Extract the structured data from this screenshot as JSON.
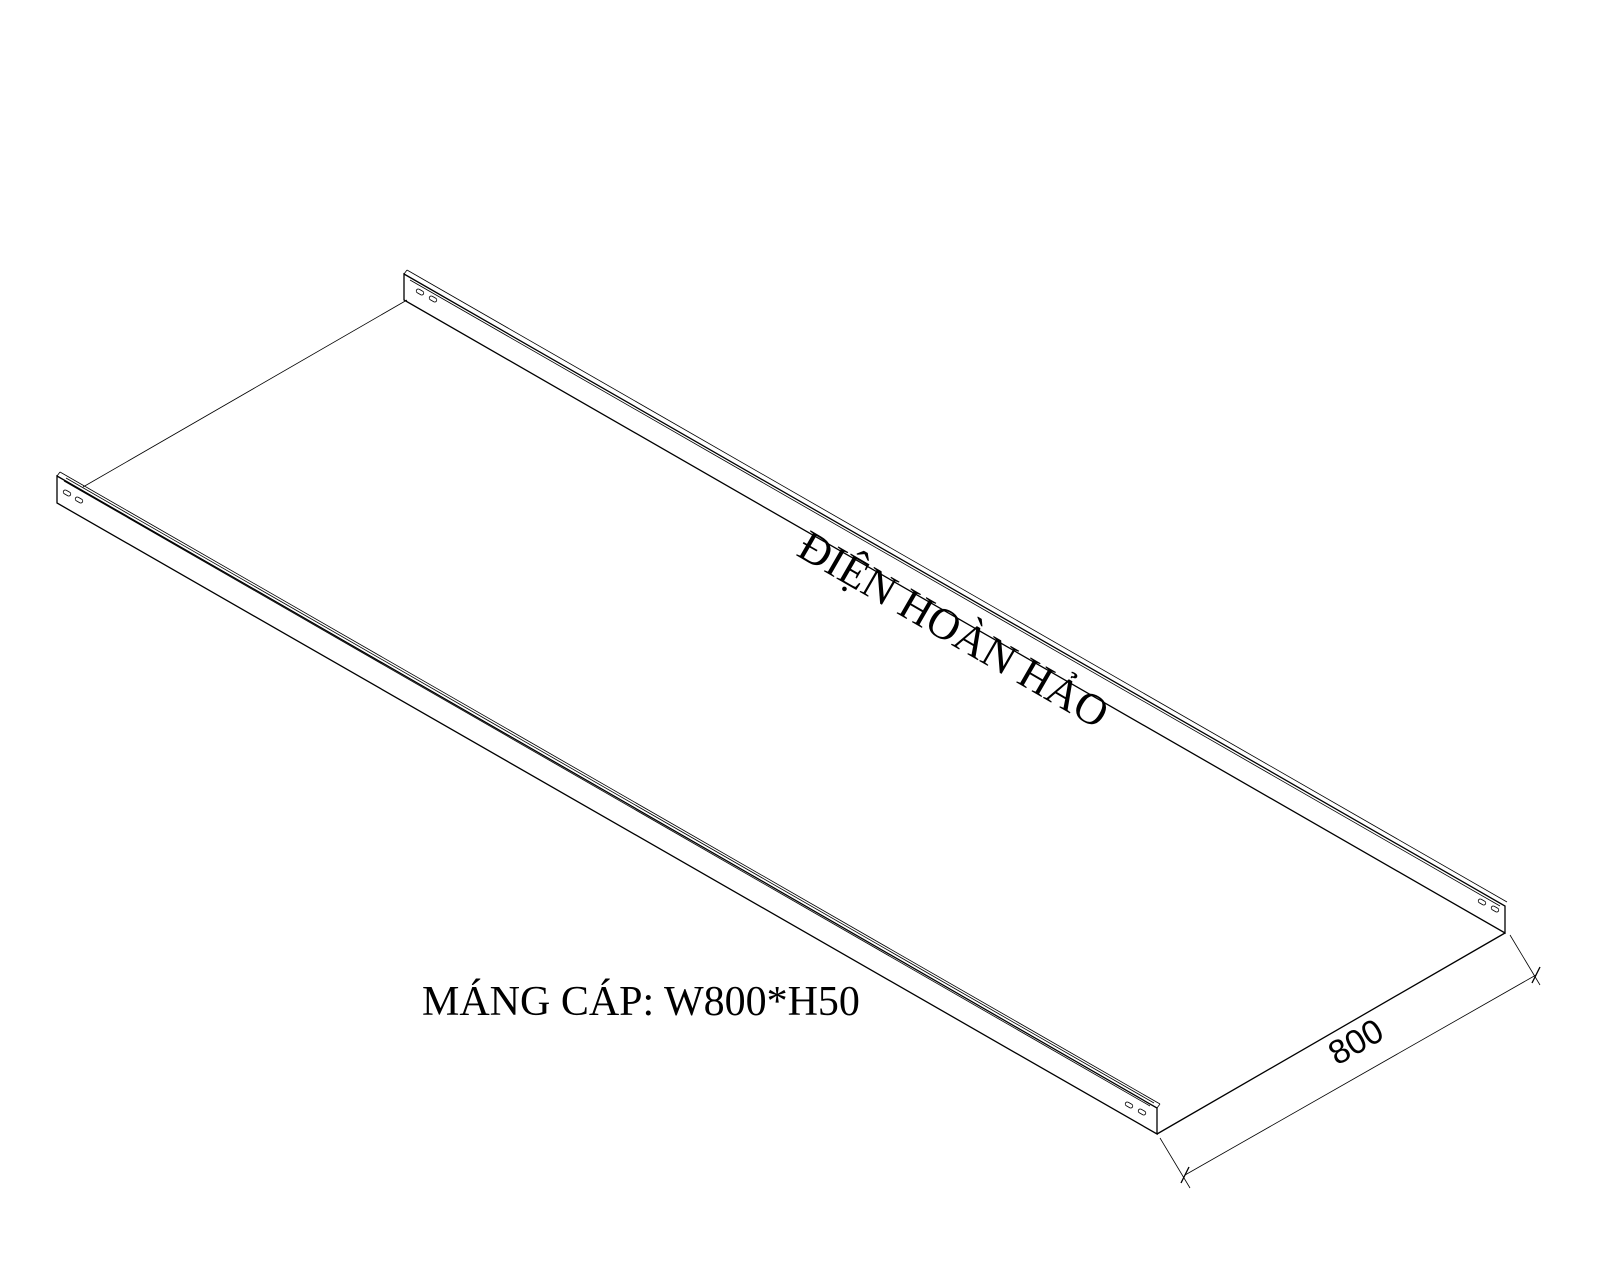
{
  "drawing": {
    "brand_text": "ĐIỆN HOÀN HẢO",
    "spec_label": "MÁNG CÁP: W800*H50",
    "dimension_value": "800",
    "object": "cable-tray"
  }
}
